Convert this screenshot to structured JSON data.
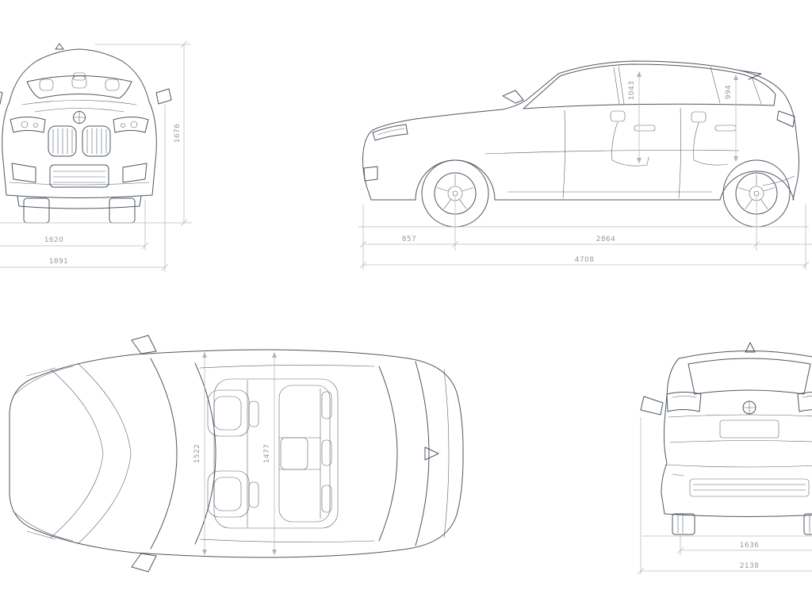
{
  "diagram": {
    "front_view": {
      "height": "1676",
      "track_width": "1620",
      "overall_width": "1891"
    },
    "side_view": {
      "front_interior_height": "1043",
      "rear_interior_height": "994",
      "front_overhang": "857",
      "wheelbase": "2864",
      "overall_length": "4708"
    },
    "top_view": {
      "front_interior_width": "1522",
      "rear_interior_width": "1477"
    },
    "rear_view": {
      "track_width": "1636",
      "overall_width_mirrors": "2138"
    }
  },
  "colors": {
    "car_line": "#4e5761",
    "dimension_line": "#b7bbc0",
    "dimension_text": "#949aa1",
    "background": "#ffffff"
  }
}
